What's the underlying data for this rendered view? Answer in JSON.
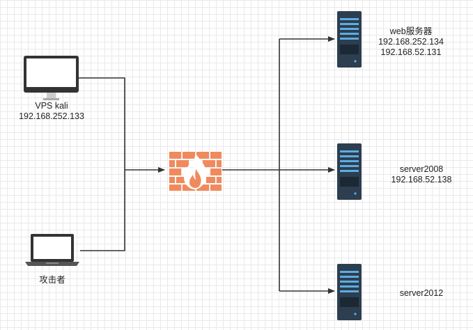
{
  "nodes": {
    "vps": {
      "name": "VPS kali",
      "ip": "192.168.252.133"
    },
    "attacker": {
      "name": "攻击者"
    },
    "firewall": {
      "name": ""
    },
    "web": {
      "name": "web服务器",
      "ip1": "192.168.252.134",
      "ip2": "192.168.52.131"
    },
    "s2008": {
      "name": "server2008",
      "ip": "192.168.52.138"
    },
    "s2012": {
      "name": "server2012"
    }
  },
  "colors": {
    "line": "#333333",
    "firewall": "#f08a5d",
    "server_body": "#2c3e50",
    "server_accent": "#5dade2",
    "monitor_frame": "#333333",
    "stand": "#cccccc"
  }
}
